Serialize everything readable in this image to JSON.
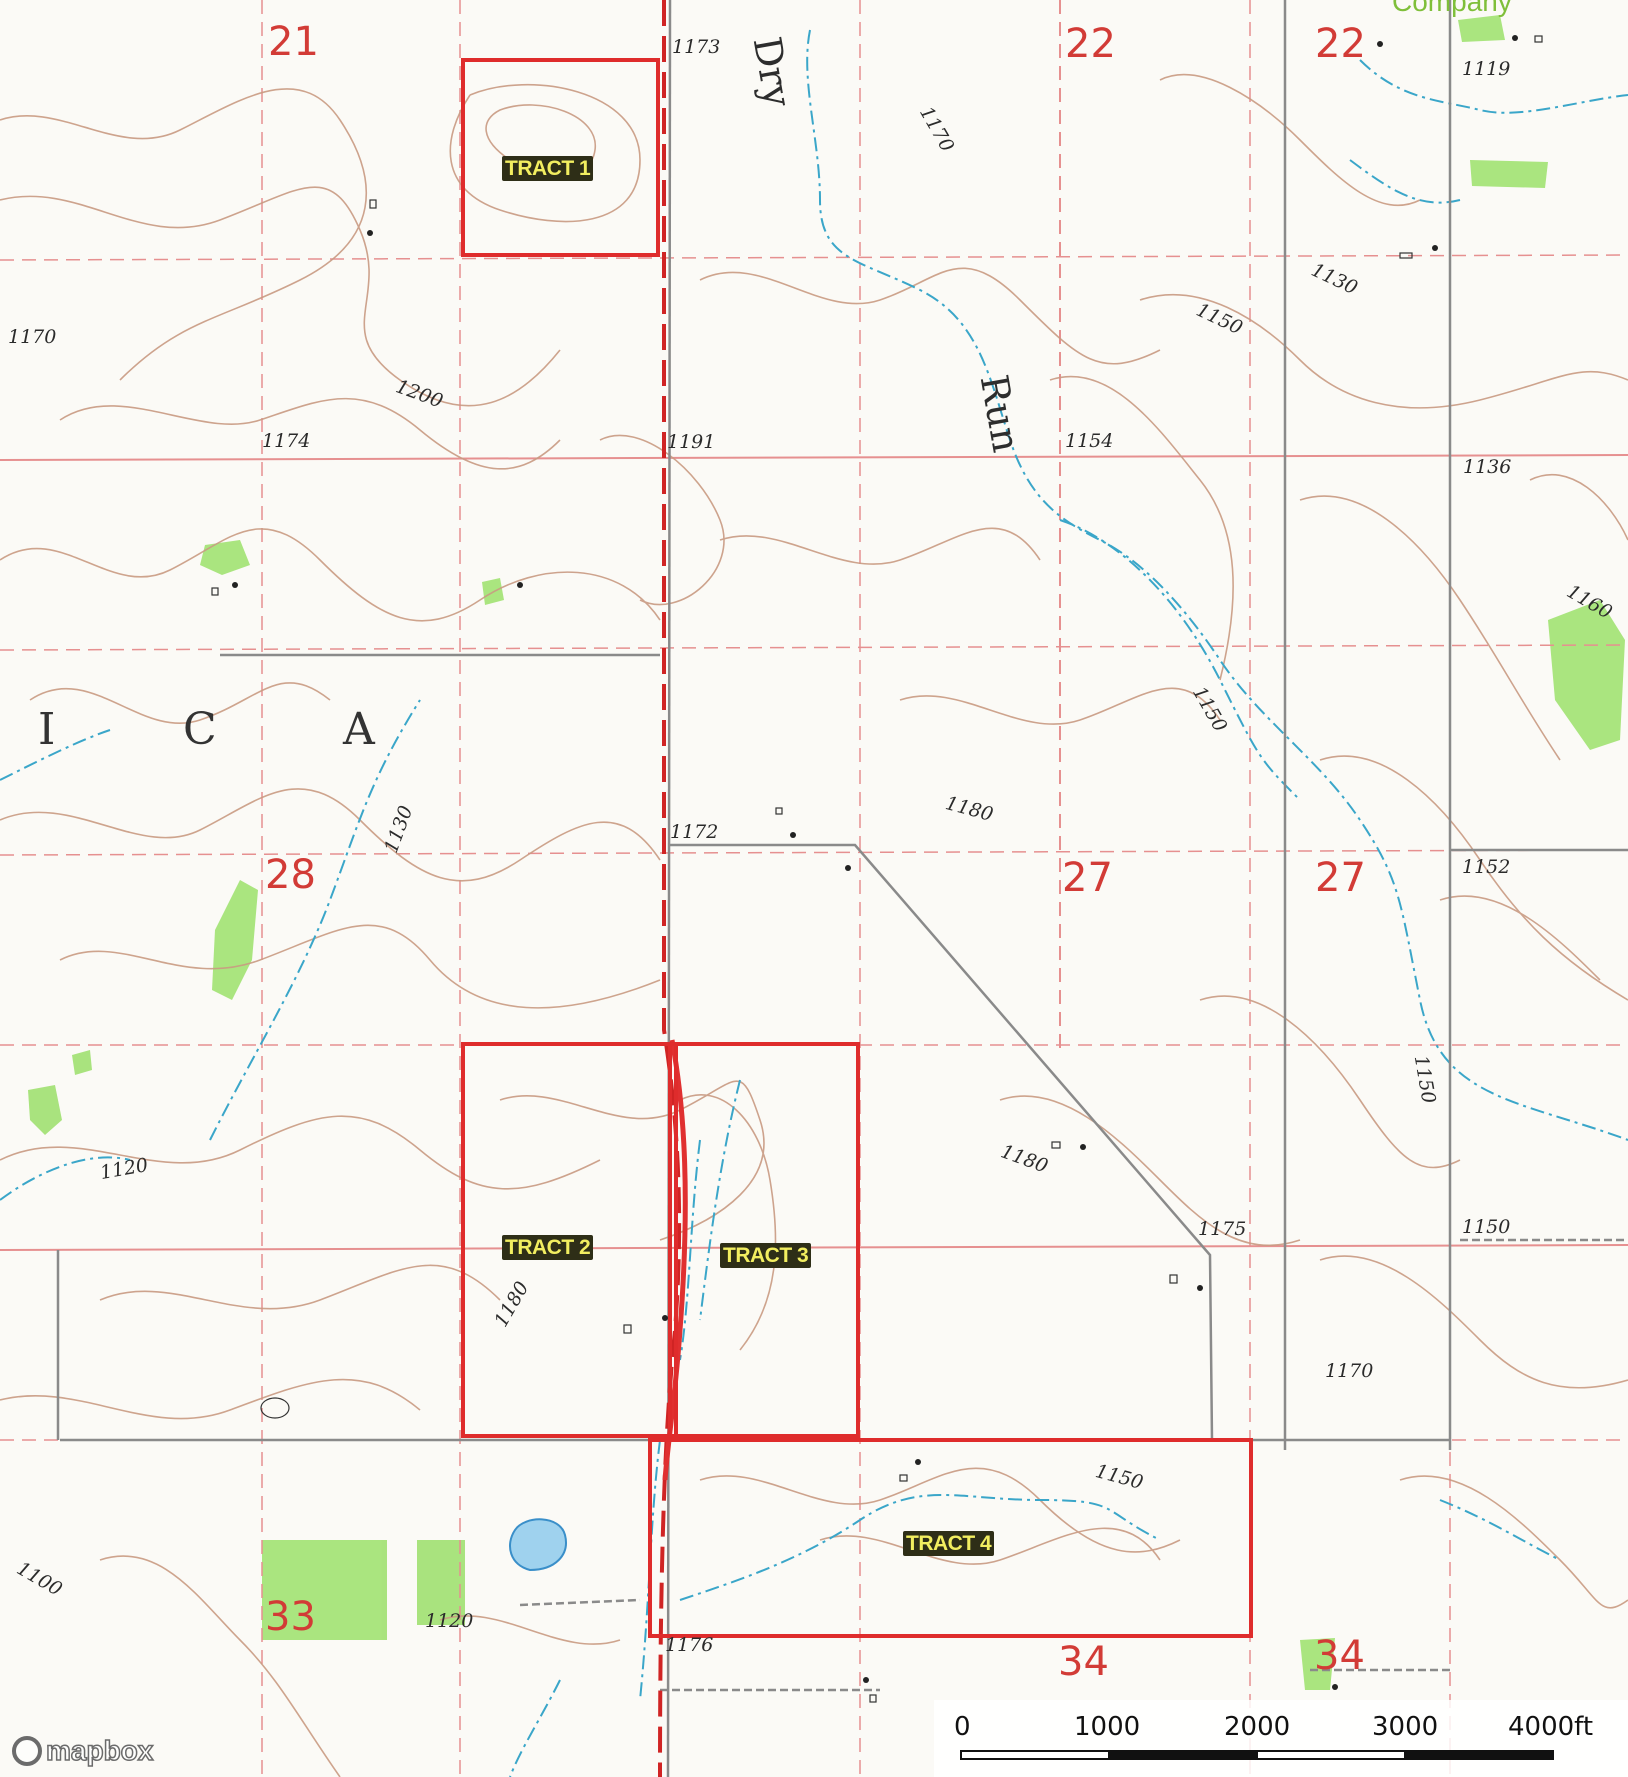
{
  "map": {
    "sections": [
      {
        "id": "21",
        "label": "21"
      },
      {
        "id": "22a",
        "label": "22"
      },
      {
        "id": "22b",
        "label": "22"
      },
      {
        "id": "28",
        "label": "28"
      },
      {
        "id": "27a",
        "label": "27"
      },
      {
        "id": "27b",
        "label": "27"
      },
      {
        "id": "33",
        "label": "33"
      },
      {
        "id": "34a",
        "label": "34"
      },
      {
        "id": "34b",
        "label": "34"
      }
    ],
    "elevations": [
      "1173",
      "1119",
      "1130",
      "1150",
      "1170",
      "1200",
      "1174",
      "1191",
      "1154",
      "1136",
      "1160",
      "1150",
      "1180",
      "1172",
      "1152",
      "1130",
      "1120",
      "1180",
      "1175",
      "1150",
      "1180",
      "1170",
      "1150",
      "1120",
      "1176",
      "1100",
      "1170",
      "1150"
    ],
    "water_labels": [
      "Dry",
      "Run"
    ],
    "county_letters": [
      "I",
      "C",
      "A"
    ],
    "tracts": [
      {
        "id": "tract-1",
        "label": "TRACT 1"
      },
      {
        "id": "tract-2",
        "label": "TRACT 2"
      },
      {
        "id": "tract-3",
        "label": "TRACT 3"
      },
      {
        "id": "tract-4",
        "label": "TRACT 4"
      }
    ],
    "tract_outline_color": "#df2c2c",
    "tract_label_text_color": "#f2ee60",
    "tract_label_bg_color": "#2e2e17",
    "contour_color": "#c99a82",
    "section_line_color": "#e69090",
    "stream_color": "#3aa6c9",
    "woodland_color": "#9be06a"
  },
  "scale_bar": {
    "ticks": [
      "0",
      "1000",
      "2000",
      "3000",
      "4000ft"
    ]
  },
  "attribution": {
    "logo_text": "mapbox"
  },
  "corner_overlay": {
    "text": "Company"
  }
}
